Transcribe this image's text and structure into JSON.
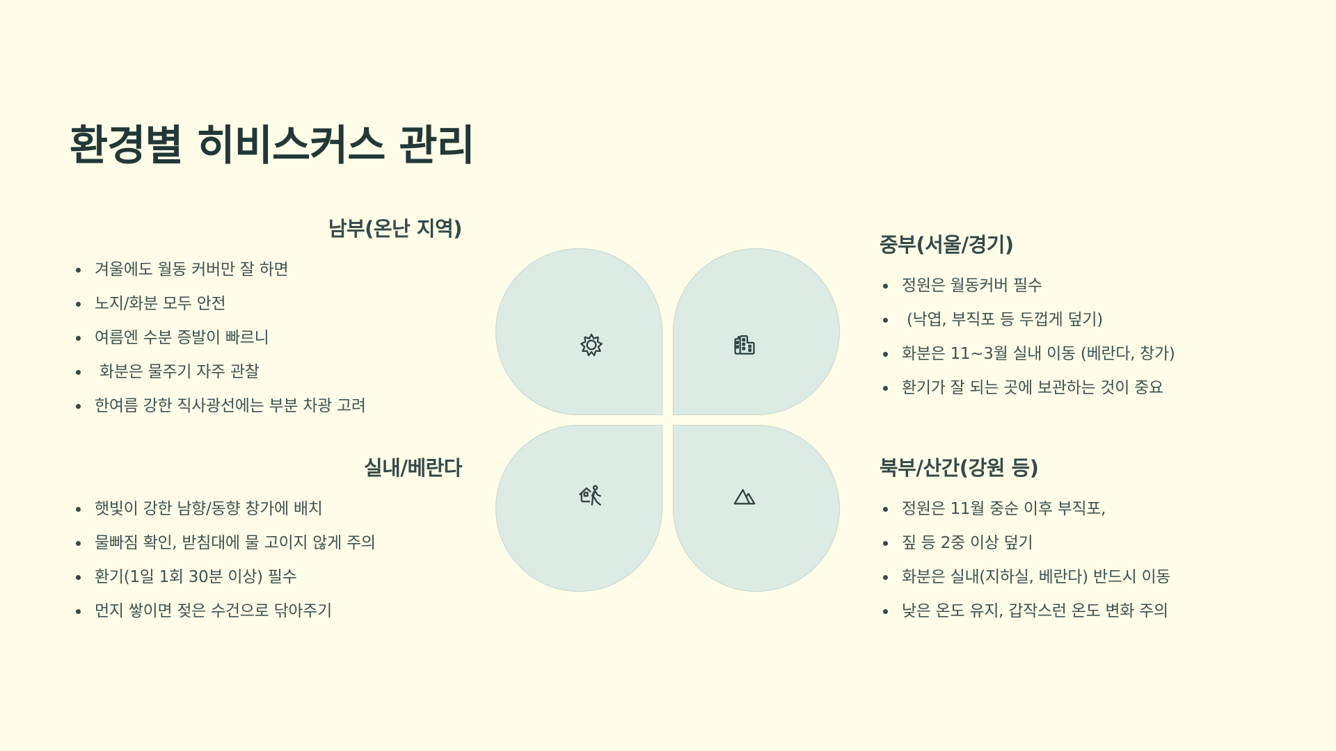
{
  "slide": {
    "title": "환경별 히비스커스 관리",
    "colors": {
      "background": "#fffde8",
      "title": "#223838",
      "text": "#3d5250",
      "petal_fill": "#dcece4",
      "petal_border": "#c3d6d0"
    },
    "sections": {
      "south": {
        "heading": "남부(온난 지역)",
        "icon": "sun-icon",
        "items": [
          "겨울에도 월동 커버만 잘 하면",
          "노지/화분 모두 안전",
          "여름엔 수분 증발이 빠르니",
          " 화분은 물주기 자주 관찰",
          "한여름 강한 직사광선에는 부분 차광 고려"
        ]
      },
      "central": {
        "heading": "중부(서울/경기)",
        "icon": "buildings-icon",
        "items": [
          "정원은 월동커버 필수",
          " (낙엽, 부직포 등 두껍게 덮기)",
          "화분은 11~3월 실내 이동 (베란다, 창가)",
          "환기가 잘 되는 곳에 보관하는 것이 중요"
        ]
      },
      "indoor": {
        "heading": "실내/베란다",
        "icon": "house-walking-person-icon",
        "items": [
          "햇빛이 강한 남향/동향 창가에 배치",
          "물빠짐 확인, 받침대에 물 고이지 않게 주의",
          "환기(1일 1회 30분 이상) 필수",
          "먼지 쌓이면 젖은 수건으로 닦아주기"
        ]
      },
      "north": {
        "heading": "북부/산간(강원 등)",
        "icon": "mountain-icon",
        "items": [
          "정원은 11월 중순 이후 부직포,",
          "짚 등 2중 이상 덮기",
          "화분은 실내(지하실, 베란다) 반드시 이동",
          "낮은 온도 유지, 갑작스런 온도 변화 주의"
        ]
      }
    }
  }
}
